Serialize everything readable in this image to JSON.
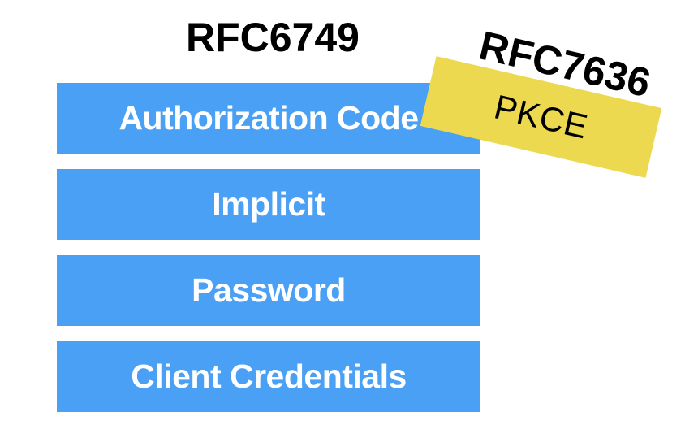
{
  "slide": {
    "left_group": {
      "title": "RFC6749",
      "bars": [
        {
          "label": "Authorization Code"
        },
        {
          "label": "Implicit"
        },
        {
          "label": "Password"
        },
        {
          "label": "Client Credentials"
        }
      ]
    },
    "overlay": {
      "title": "RFC7636",
      "badge_label": "PKCE",
      "rotation_degrees": 13
    }
  },
  "colors": {
    "bar_blue": "#4AA0F4",
    "badge_yellow": "#EDD950",
    "title_text": "#000000",
    "bar_text": "#FFFFFF",
    "canvas_bg": "#FFFFFF"
  }
}
